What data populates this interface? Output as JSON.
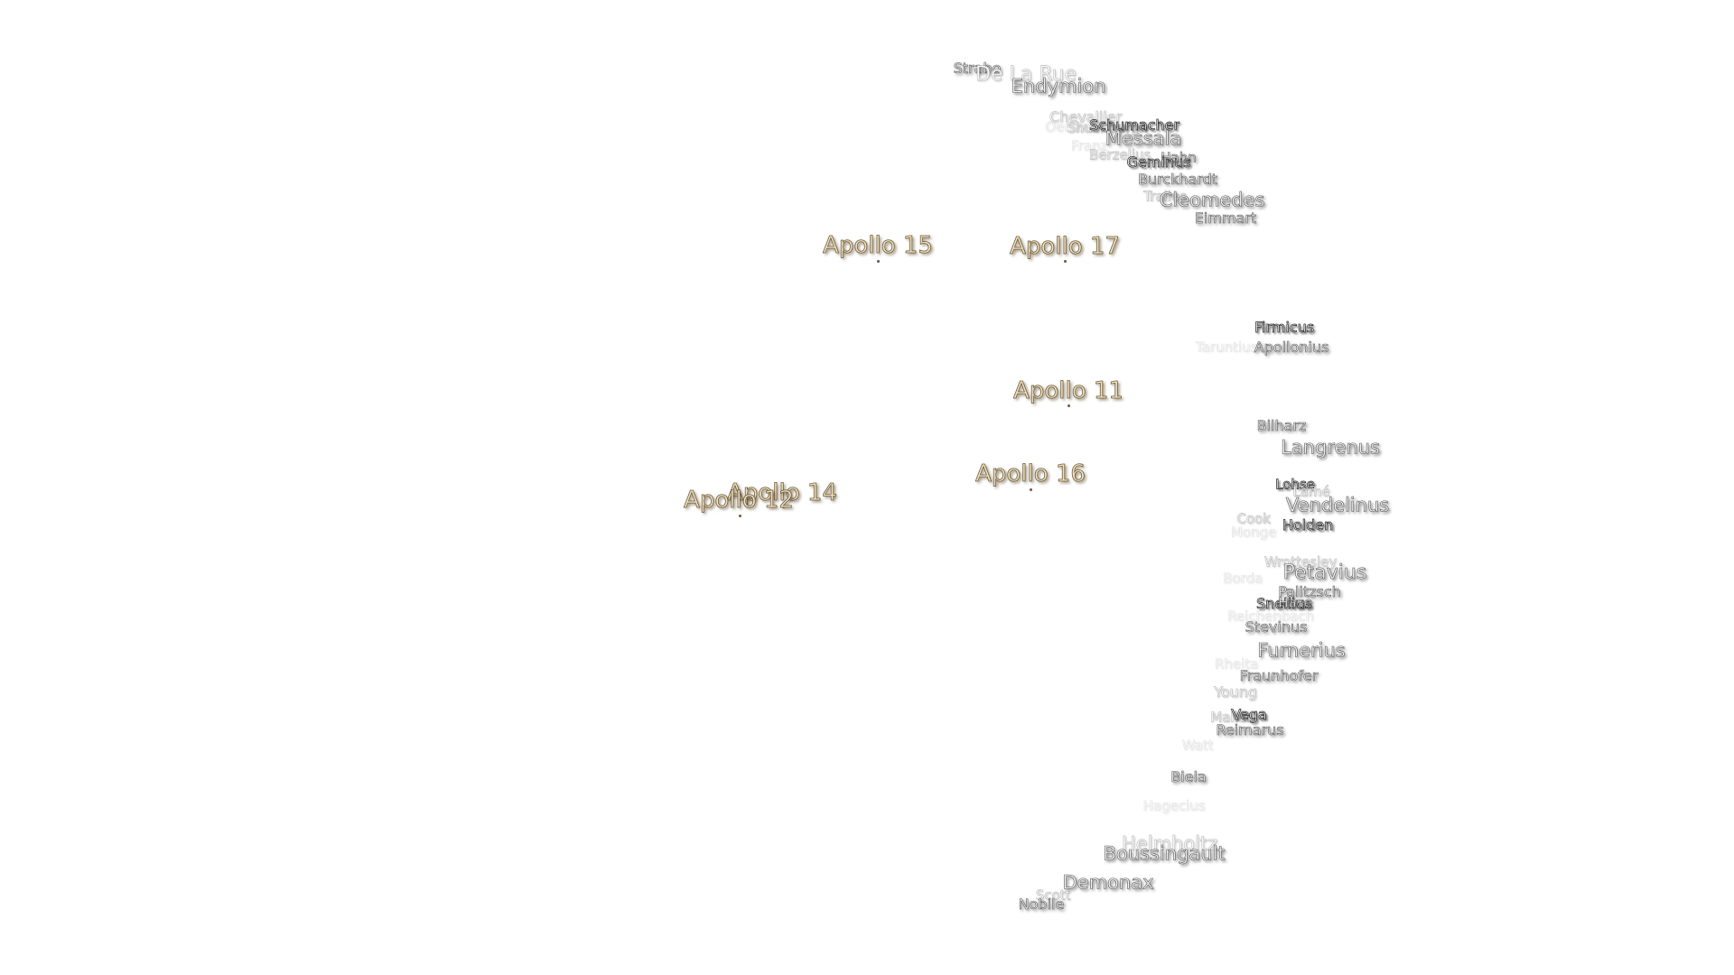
{
  "apollo_sites": [
    {
      "name": "Apollo 15"
    },
    {
      "name": "Apollo 17"
    },
    {
      "name": "Apollo 11"
    },
    {
      "name": "Apollo 16"
    },
    {
      "name": "Apollo 14"
    },
    {
      "name": "Apollo 12"
    }
  ],
  "craters": [
    {
      "name": "Strabo"
    },
    {
      "name": "De La Rue"
    },
    {
      "name": "Endymion"
    },
    {
      "name": "Chevallier"
    },
    {
      "name": "Oersted"
    },
    {
      "name": "Shuckburgh"
    },
    {
      "name": "Schumacher"
    },
    {
      "name": "Messala"
    },
    {
      "name": "Franz"
    },
    {
      "name": "Berzelius"
    },
    {
      "name": "Hahn"
    },
    {
      "name": "Geminus"
    },
    {
      "name": "Burckhardt"
    },
    {
      "name": "Tralles"
    },
    {
      "name": "Cleomedes"
    },
    {
      "name": "Eimmart"
    },
    {
      "name": "Firmicus"
    },
    {
      "name": "Taruntius"
    },
    {
      "name": "Apollonius"
    },
    {
      "name": "Bilharz"
    },
    {
      "name": "Langrenus"
    },
    {
      "name": "Lohse"
    },
    {
      "name": "Lamé"
    },
    {
      "name": "Vendelinus"
    },
    {
      "name": "Cook"
    },
    {
      "name": "Monge"
    },
    {
      "name": "Holden"
    },
    {
      "name": "Wrottesley"
    },
    {
      "name": "Petavius"
    },
    {
      "name": "Borda"
    },
    {
      "name": "Palitzsch"
    },
    {
      "name": "Snellius"
    },
    {
      "name": "Hase"
    },
    {
      "name": "Reichenbach"
    },
    {
      "name": "Stevinus"
    },
    {
      "name": "Furnerius"
    },
    {
      "name": "Rheita"
    },
    {
      "name": "Fraunhofer"
    },
    {
      "name": "Young"
    },
    {
      "name": "Mallet"
    },
    {
      "name": "Vega"
    },
    {
      "name": "Reimarus"
    },
    {
      "name": "Watt"
    },
    {
      "name": "Biela"
    },
    {
      "name": "Hagecius"
    },
    {
      "name": "Helmholtz"
    },
    {
      "name": "Boussingault"
    },
    {
      "name": "Demonax"
    },
    {
      "name": "Scott"
    },
    {
      "name": "Nobile"
    }
  ]
}
